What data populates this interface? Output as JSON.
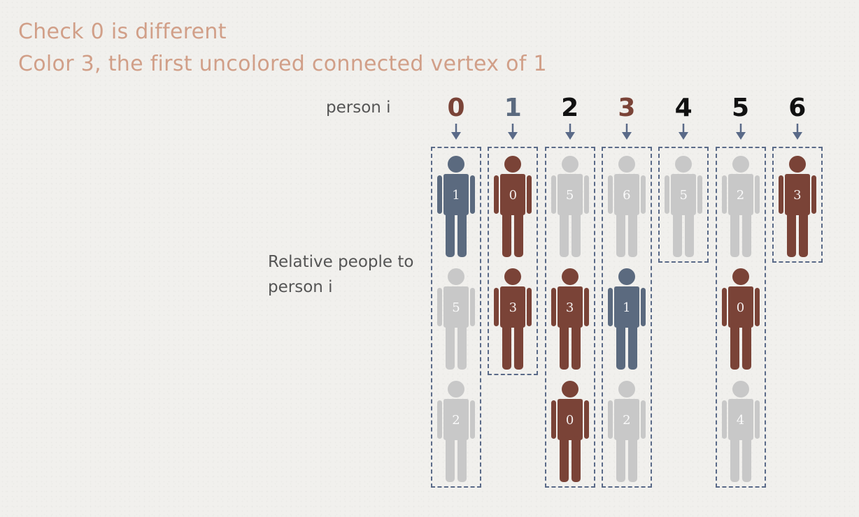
{
  "title_lines": [
    "Check 0 is different",
    "Color 3, the first uncolored connected vertex of 1"
  ],
  "labels": {
    "person_i": "person i",
    "relative": "Relative people to person i"
  },
  "colors": {
    "title": "#d19f88",
    "brown": "#7a4337",
    "blue": "#5b6a7f",
    "gray": "#c8c8c8",
    "black": "#111111",
    "dash": "#5a6a88"
  },
  "persons": [
    {
      "index": "0",
      "index_color": "brown",
      "relatives": [
        {
          "id": "1",
          "color": "blue"
        },
        {
          "id": "5",
          "color": "gray"
        },
        {
          "id": "2",
          "color": "gray"
        }
      ]
    },
    {
      "index": "1",
      "index_color": "blue",
      "relatives": [
        {
          "id": "0",
          "color": "brown"
        },
        {
          "id": "3",
          "color": "brown"
        }
      ]
    },
    {
      "index": "2",
      "index_color": "black",
      "relatives": [
        {
          "id": "5",
          "color": "gray"
        },
        {
          "id": "3",
          "color": "brown"
        },
        {
          "id": "0",
          "color": "brown"
        }
      ]
    },
    {
      "index": "3",
      "index_color": "brown",
      "relatives": [
        {
          "id": "6",
          "color": "gray"
        },
        {
          "id": "1",
          "color": "blue"
        },
        {
          "id": "2",
          "color": "gray"
        }
      ]
    },
    {
      "index": "4",
      "index_color": "black",
      "relatives": [
        {
          "id": "5",
          "color": "gray"
        }
      ]
    },
    {
      "index": "5",
      "index_color": "black",
      "relatives": [
        {
          "id": "2",
          "color": "gray"
        },
        {
          "id": "0",
          "color": "brown"
        },
        {
          "id": "4",
          "color": "gray"
        }
      ]
    },
    {
      "index": "6",
      "index_color": "black",
      "relatives": [
        {
          "id": "3",
          "color": "brown"
        }
      ]
    }
  ]
}
